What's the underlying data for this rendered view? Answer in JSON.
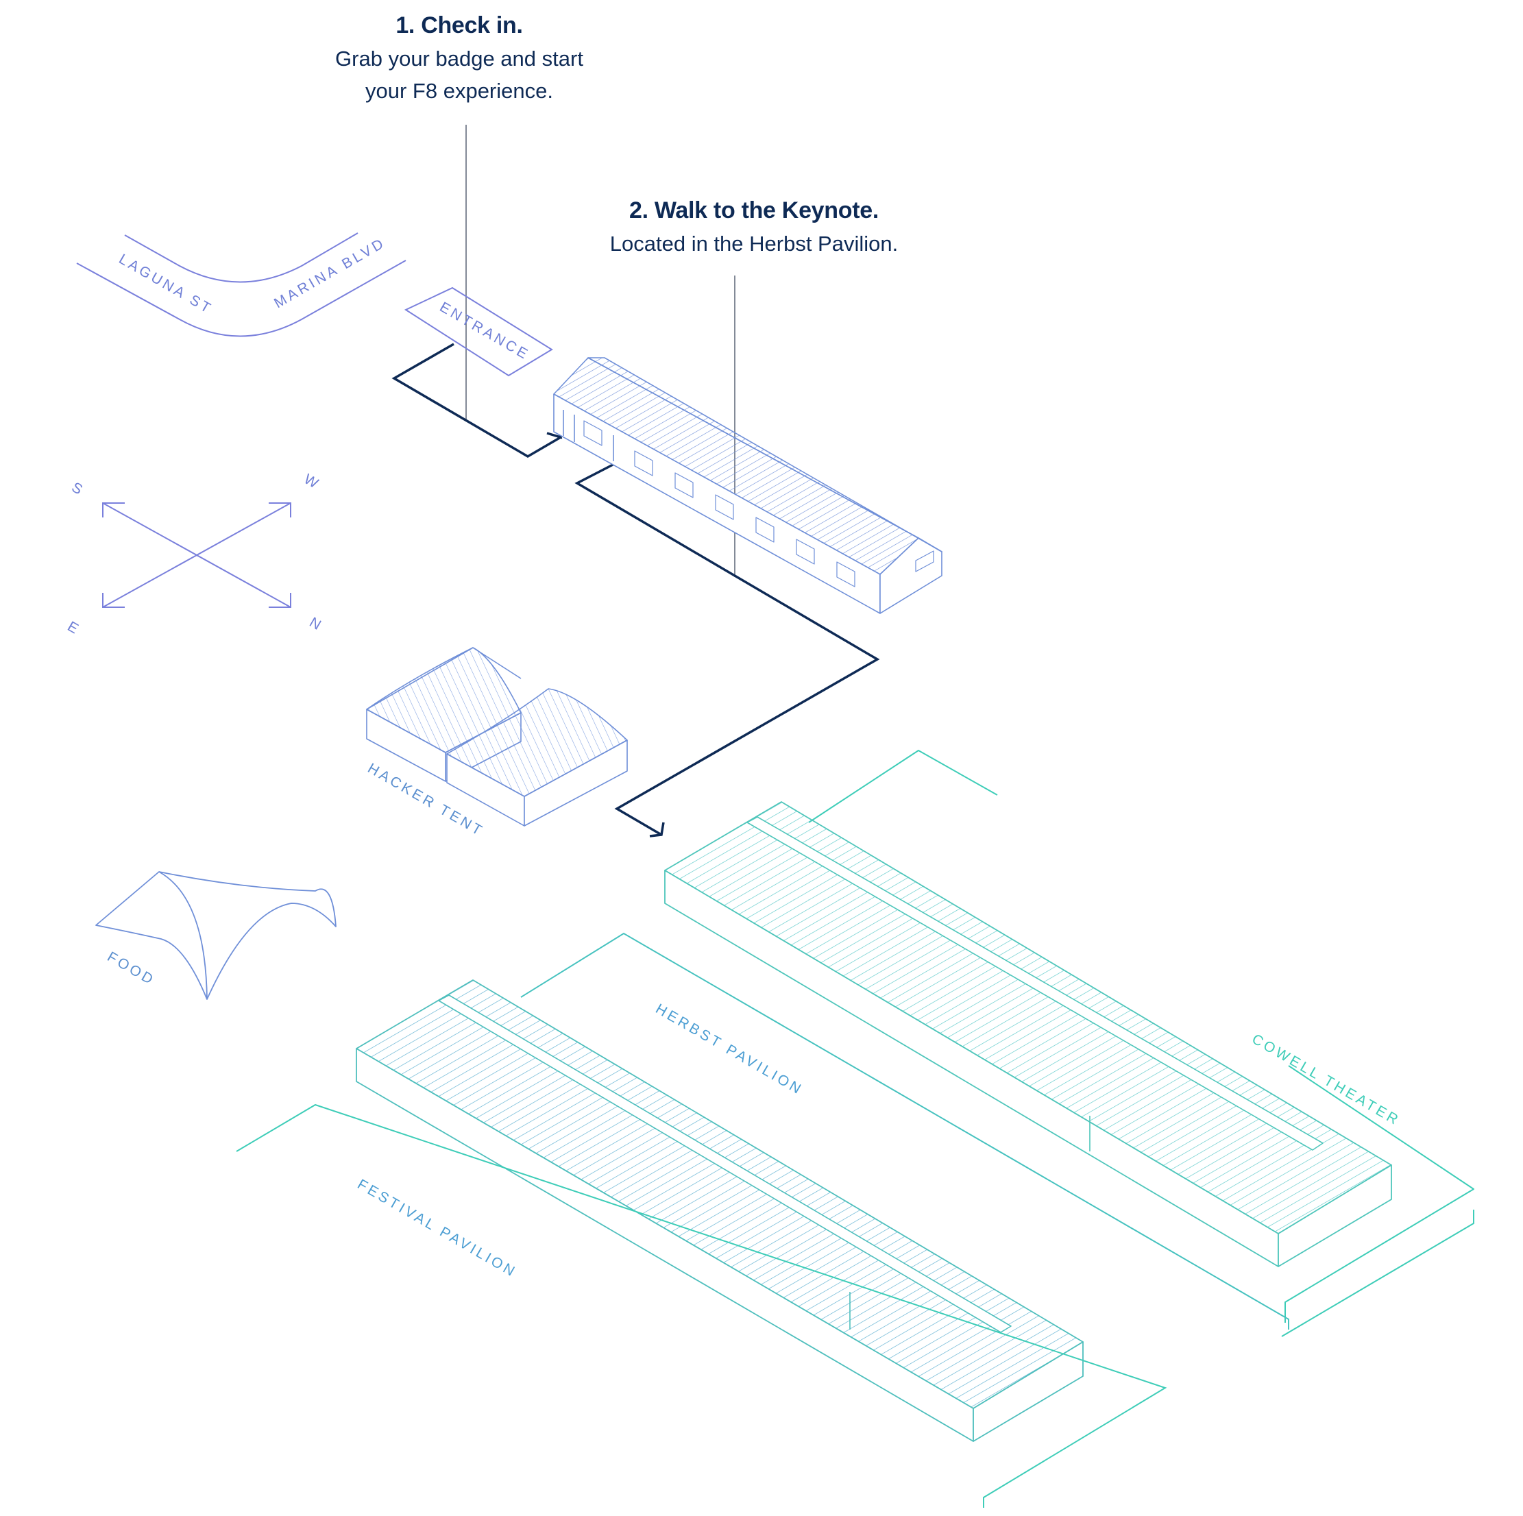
{
  "callouts": [
    {
      "title": "1. Check in.",
      "line1": "Grab your badge and start",
      "line2": "your F8 experience."
    },
    {
      "title": "2. Walk to the Keynote.",
      "line1": "Located in the Herbst Pavilion."
    }
  ],
  "streets": {
    "laguna": "LAGUNA ST",
    "marina": "MARINA BLVD"
  },
  "entrance_label": "ENTRANCE",
  "compass": {
    "s": "S",
    "w": "W",
    "e": "E",
    "n": "N"
  },
  "buildings": {
    "hacker_tent": "HACKER TENT",
    "food": "FOOD",
    "herbst": "HERBST PAVILION",
    "cowell": "COWELL THEATER",
    "festival": "FESTIVAL PAVILION"
  },
  "colors": {
    "navy": "#0e2a55",
    "periwinkle": "#6f7fd6",
    "steel": "#5b8fcf",
    "teal": "#3ecdb8",
    "teal_mid": "#4fb7c6"
  }
}
